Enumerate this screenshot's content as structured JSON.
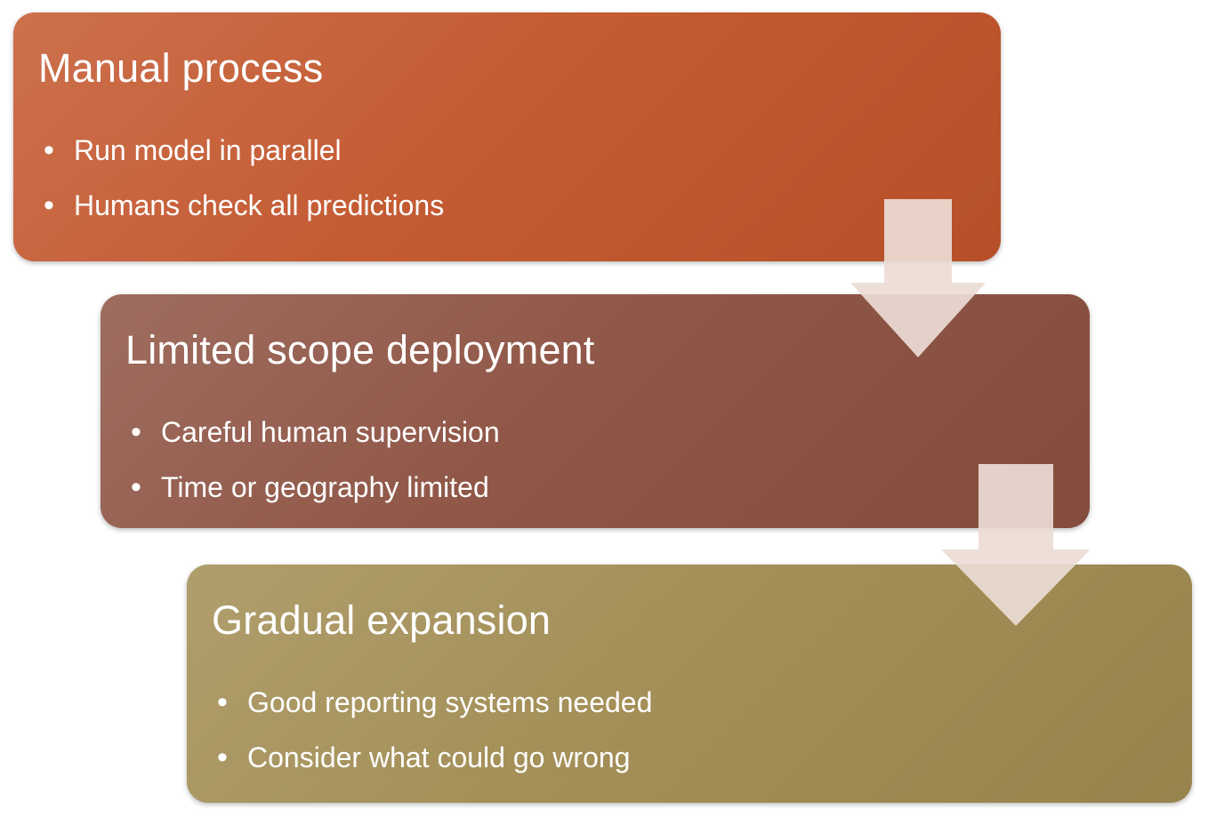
{
  "diagram": {
    "type": "step-process",
    "background": "#FFFFFF",
    "text_color": "#FFFFFF",
    "arrow_color": "#ECDCD5",
    "bullet_char": "•",
    "steps": [
      {
        "title": "Manual process",
        "bullets": [
          "Run model in parallel",
          "Humans check all predictions"
        ],
        "color": "#C2552B"
      },
      {
        "title": "Limited scope deployment",
        "bullets": [
          "Careful human supervision",
          "Time or geography limited"
        ],
        "color": "#8C5141"
      },
      {
        "title": "Gradual expansion",
        "bullets": [
          "Good reporting systems needed",
          "Consider what could go wrong"
        ],
        "color": "#A08B51"
      }
    ]
  }
}
